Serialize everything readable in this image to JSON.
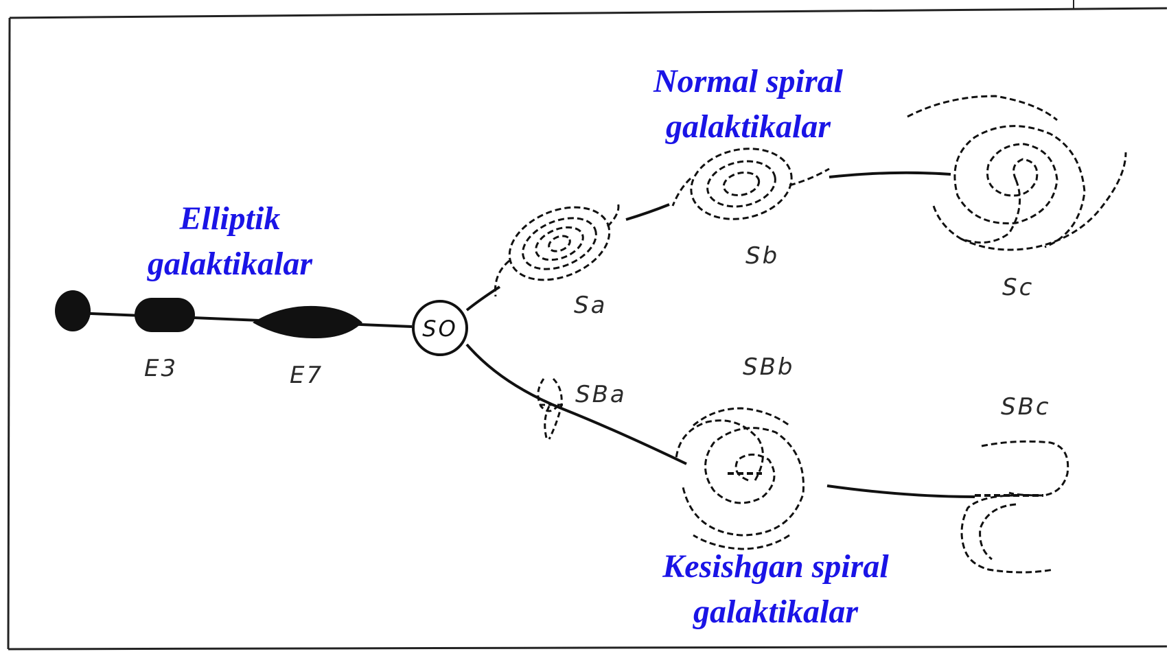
{
  "groups": {
    "elliptical": {
      "line1": "Elliptik",
      "line2": "galaktikalar"
    },
    "normal_spiral": {
      "line1": "Normal spiral",
      "line2": "galaktikalar"
    },
    "barred_spiral": {
      "line1": "Kesishgan spiral",
      "line2": "galaktikalar"
    }
  },
  "labels": {
    "e3": "E3",
    "e7": "E7",
    "s0": "SO",
    "sa": "Sa",
    "sb": "Sb",
    "sc": "Sc",
    "sba": "SBa",
    "sbb": "SBb",
    "sbc": "SBc"
  },
  "colors": {
    "title": "#1a14e6",
    "ink": "#111111",
    "label": "#2a2a2a"
  }
}
